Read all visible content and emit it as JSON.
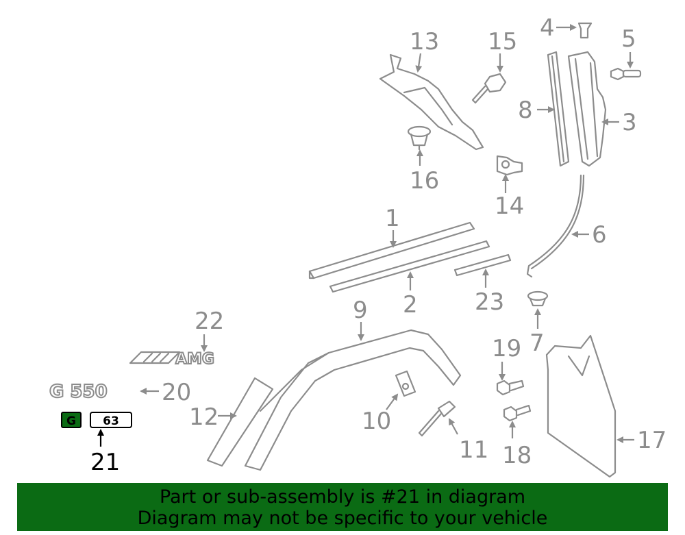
{
  "diagram": {
    "callouts": [
      "1",
      "2",
      "3",
      "4",
      "5",
      "6",
      "7",
      "8",
      "9",
      "10",
      "11",
      "12",
      "13",
      "14",
      "15",
      "16",
      "17",
      "18",
      "19",
      "20",
      "21",
      "22",
      "23"
    ],
    "highlighted_callout": "21",
    "emblems": {
      "amg": "AMG",
      "g550": "G 550",
      "g63_letter": "G",
      "g63_number": "63"
    },
    "colors": {
      "parts": "#8c8c8c",
      "highlight": "#0b6b14",
      "highlight_text": "#000000"
    }
  },
  "banner": {
    "line1": "Part or sub-assembly is #21 in diagram",
    "line2": "Diagram may not be specific to your vehicle"
  }
}
